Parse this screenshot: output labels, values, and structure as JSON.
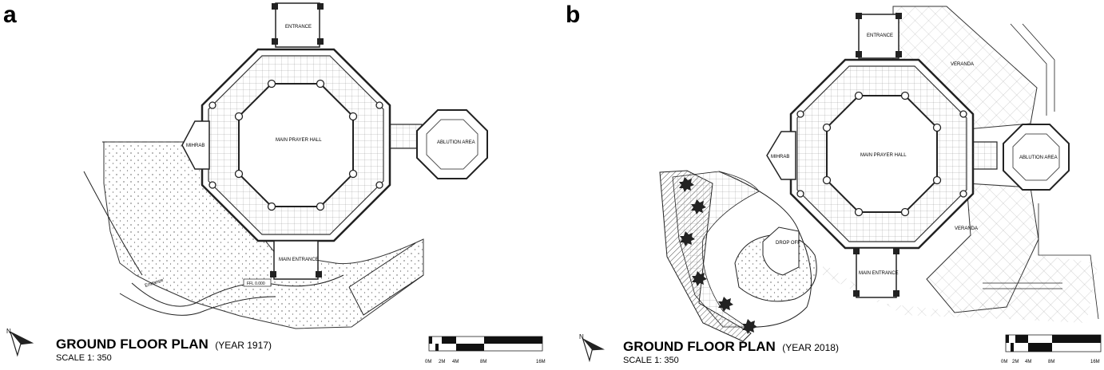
{
  "panels": [
    {
      "letter": "a",
      "labels": {
        "entrance": "ENTRANCE",
        "main_hall": "MAIN PRAYER HALL",
        "mihrab": "MIHRAB",
        "ablution": "ABLUTION AREA",
        "main_entrance": "MAIN ENTRANCE",
        "road": "Entrance",
        "level": "FFL 0.000"
      },
      "title": "GROUND FLOOR PLAN",
      "year": "(YEAR 1917)",
      "scale": "SCALE 1: 350",
      "north": "N",
      "ticks": [
        "0M",
        "2M",
        "4M",
        "8M",
        "16M"
      ]
    },
    {
      "letter": "b",
      "labels": {
        "entrance": "ENTRANCE",
        "main_hall": "MAIN PRAYER HALL",
        "mihrab": "MIHRAB",
        "ablution": "ABLUTION AREA",
        "main_entrance": "MAIN ENTRANCE",
        "veranda_top": "VERANDA",
        "veranda_bottom": "VERANDA",
        "drop_off": "DROP OFF"
      },
      "title": "GROUND FLOOR PLAN",
      "year": "(YEAR 2018)",
      "scale": "SCALE 1: 350",
      "north": "N",
      "ticks": [
        "0M",
        "2M",
        "4M",
        "8M",
        "16M"
      ]
    }
  ]
}
